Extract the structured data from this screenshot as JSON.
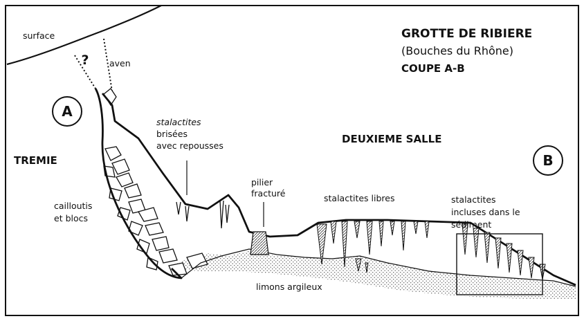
{
  "title": {
    "line1": "GROTTE DE RIBIERE",
    "line2": "(Bouches du Rhône)",
    "line3": "COUPE A-B"
  },
  "markers": {
    "a": "A",
    "b": "B",
    "question": "?"
  },
  "labels": {
    "surface": "surface",
    "aven": "aven",
    "tremie": "TREMIE",
    "cailloutis_1": "cailloutis",
    "cailloutis_2": "et blocs",
    "brisees_1": "stalactites",
    "brisees_2": "brisées",
    "brisees_3": "avec repousses",
    "deuxieme_salle": "DEUXIEME SALLE",
    "pilier_1": "pilier",
    "pilier_2": "fracturé",
    "libres": "stalactites libres",
    "incluses_1": "stalactites",
    "incluses_2": "incluses dans le",
    "incluses_3": "sédiment",
    "limons": "limons argileux"
  },
  "colors": {
    "ink": "#111111",
    "paper": "#ffffff",
    "sediment_dots": "#555555"
  }
}
